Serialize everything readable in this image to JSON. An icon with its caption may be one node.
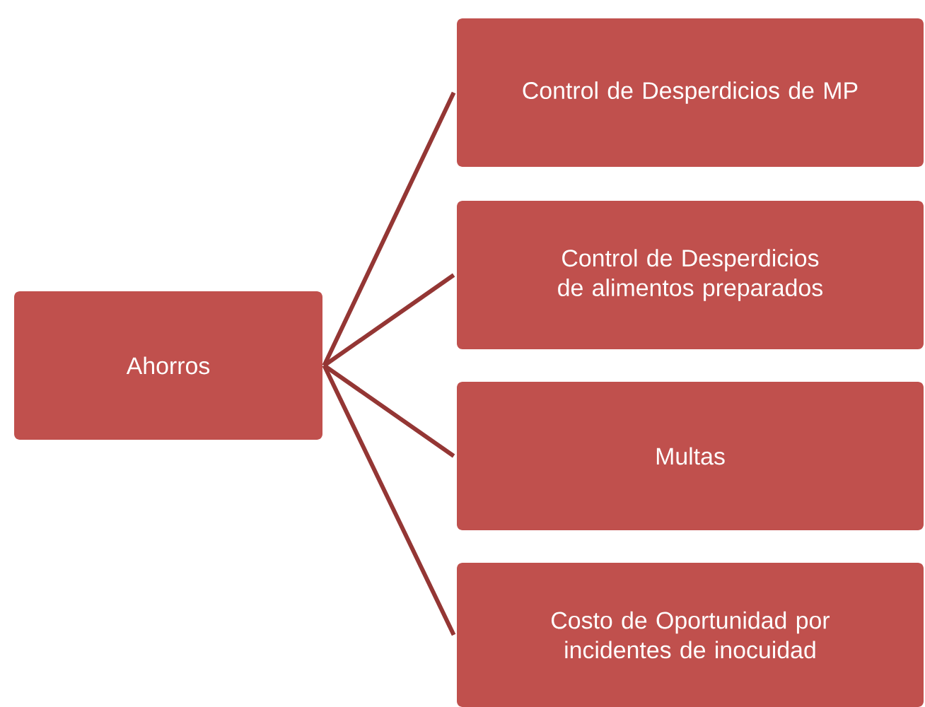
{
  "diagram": {
    "nodes": [
      {
        "text": [
          "Ahorros"
        ]
      },
      {
        "text": [
          "Control de Desperdicios de MP"
        ]
      },
      {
        "text": [
          "Control de Desperdicios de alimentos preparados"
        ]
      },
      {
        "text": [
          "Multas"
        ]
      },
      {
        "text": [
          "Costo de Oportunidad por incidentes de inocuidad"
        ]
      }
    ],
    "edges": [
      {
        "from": 0,
        "to": 1,
        "arrow": "none"
      },
      {
        "from": 0,
        "to": 2,
        "arrow": "none"
      },
      {
        "from": 0,
        "to": 3,
        "arrow": "none"
      },
      {
        "from": 0,
        "to": 4,
        "arrow": "none"
      }
    ]
  }
}
